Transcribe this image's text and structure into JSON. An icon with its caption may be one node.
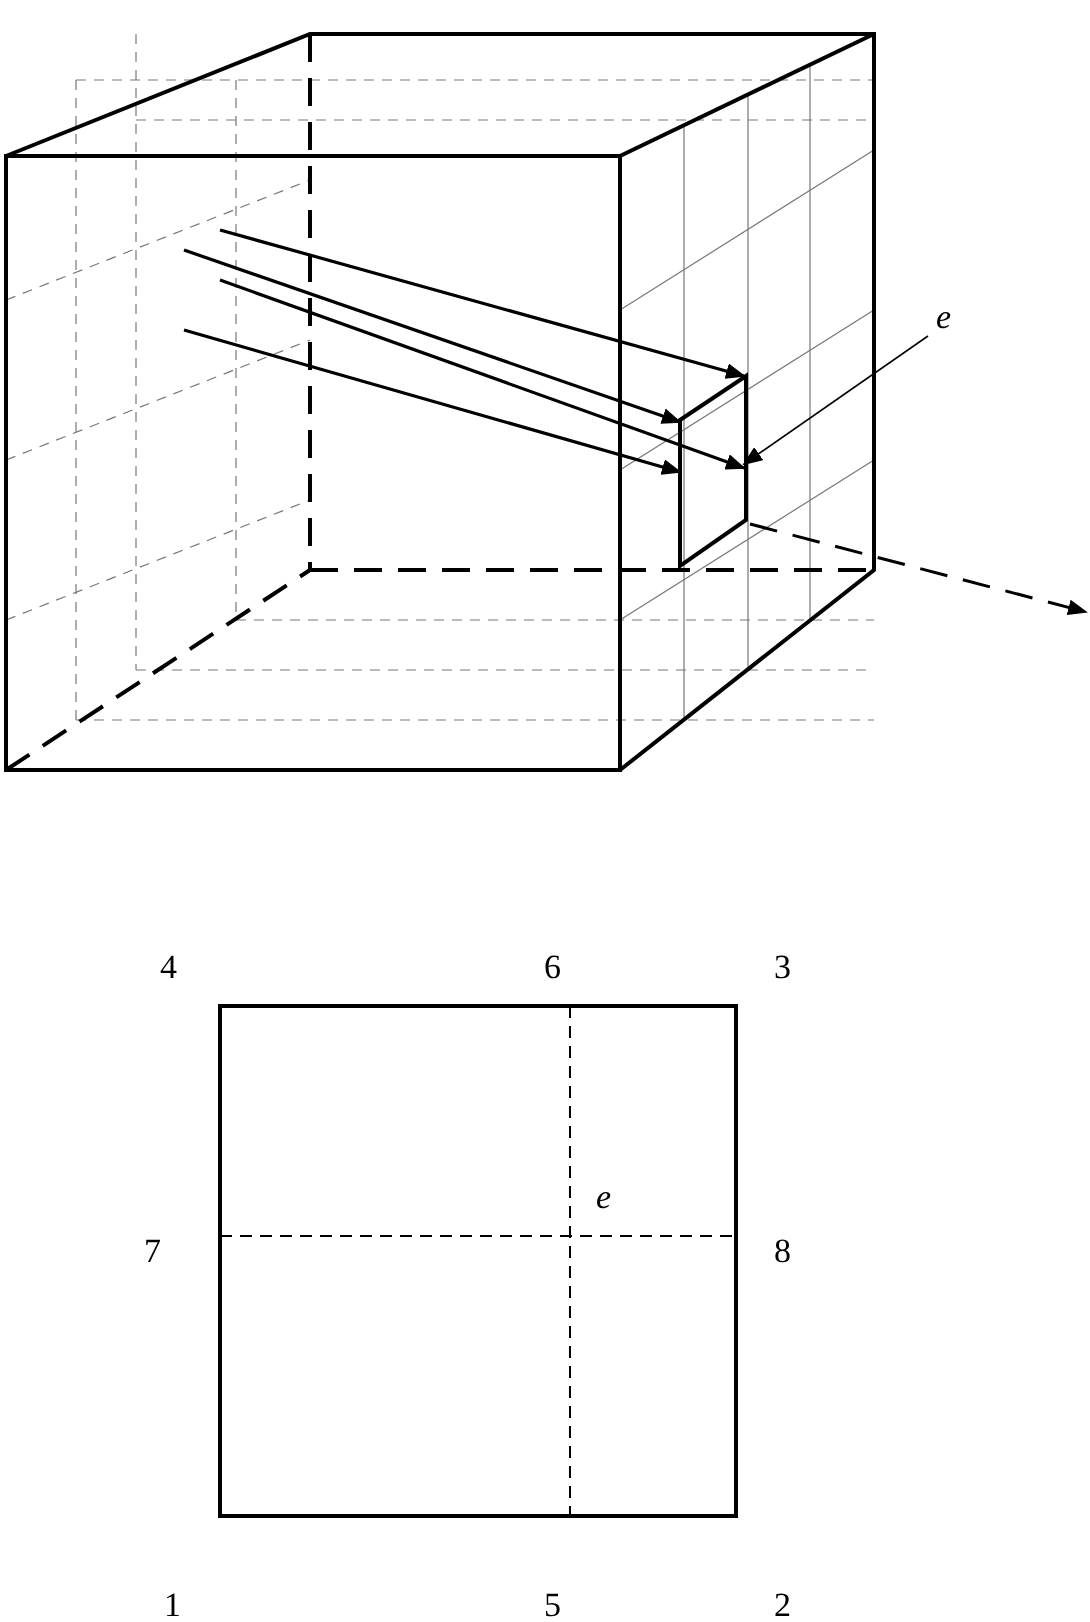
{
  "diagram": {
    "nodes": [
      {
        "text": [
          "e"
        ]
      },
      {
        "text": [],
        "shape": "box"
      }
    ],
    "edges": [
      {
        "from": null,
        "to": 1,
        "arrow": "to"
      },
      {
        "from": null,
        "to": 1,
        "arrow": "to"
      },
      {
        "from": null,
        "to": 1,
        "arrow": "to"
      },
      {
        "from": null,
        "to": 1,
        "arrow": "to"
      },
      {
        "from": 0,
        "to": 1,
        "arrow": "to"
      }
    ],
    "labels": [
      "4",
      "6",
      "3",
      "e",
      "7",
      "8",
      "1",
      "5",
      "2"
    ]
  }
}
